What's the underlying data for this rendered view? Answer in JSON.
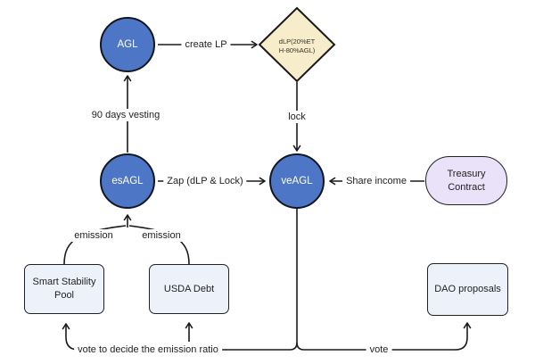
{
  "diagram": {
    "nodes": {
      "agl": {
        "label": "AGL"
      },
      "dlp": {
        "label_line1": "dLP(20%ET",
        "label_line2": "H-80%AGL)"
      },
      "esagl": {
        "label": "esAGL"
      },
      "veagl": {
        "label": "veAGL"
      },
      "treasury": {
        "label_line1": "Treasury",
        "label_line2": "Contract"
      },
      "smart_stability_pool": {
        "label_line1": "Smart Stability",
        "label_line2": "Pool"
      },
      "usda_debt": {
        "label": "USDA Debt"
      },
      "dao_proposals": {
        "label": "DAO proposals"
      }
    },
    "edges": {
      "create_lp": "create LP",
      "vesting": "90 days vesting",
      "lock": "lock",
      "zap": "Zap (dLP & Lock)",
      "share_income": "Share income",
      "emission_left": "emission",
      "emission_right": "emission",
      "vote_ratio": "vote to decide the emission ratio",
      "vote": "vote"
    },
    "colors": {
      "background": "#ffffff",
      "node_blue": "#4d76c6",
      "diamond_fill": "#f8edca",
      "treasury_fill": "#e9e2f8",
      "box_fill": "#edf2fa",
      "line": "#1a1a1a",
      "text": "#1f1f1f"
    }
  }
}
